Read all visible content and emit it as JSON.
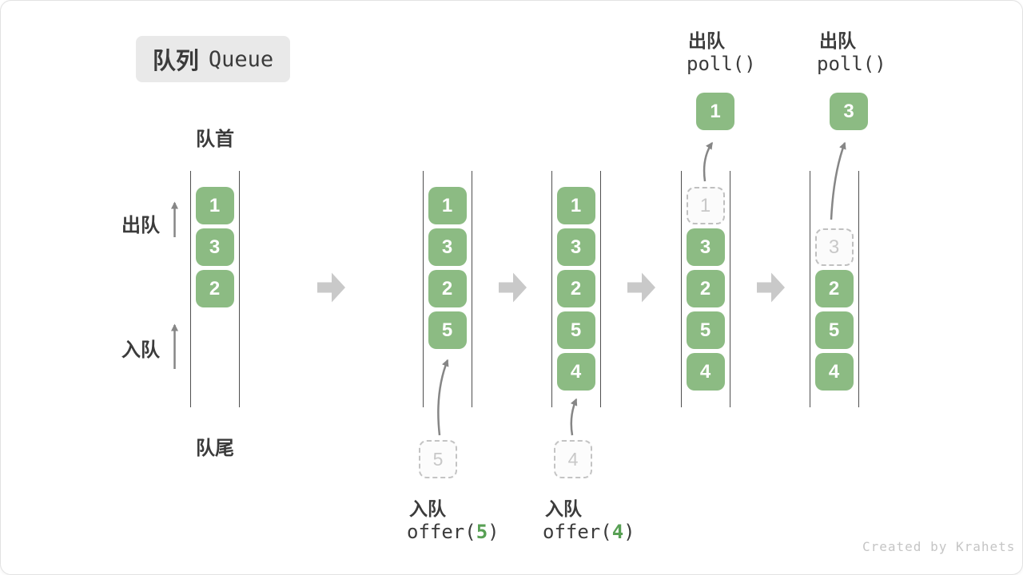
{
  "title": {
    "zh": "队列",
    "en": "Queue"
  },
  "labels": {
    "front": "队首",
    "rear": "队尾",
    "dequeue_side": "出队",
    "enqueue_side": "入队"
  },
  "colors": {
    "block_green": "#8cbb83",
    "code_arg_green": "#58a054",
    "text_dark": "#3b3b3b",
    "thin_arrow_gray": "#868686",
    "big_arrow_gray": "#c9c9c9",
    "badge_bg": "#e9e9e9",
    "ghost_border": "#c4c4c4",
    "ghost_text": "#c8c8c8",
    "column_line": "#4f4f4f",
    "watermark_gray": "#c5c5c5"
  },
  "states": [
    {
      "name": "initial",
      "slots": [
        {
          "type": "filled",
          "value": "1"
        },
        {
          "type": "filled",
          "value": "3"
        },
        {
          "type": "filled",
          "value": "2"
        }
      ]
    },
    {
      "name": "after-offer-5",
      "slots": [
        {
          "type": "filled",
          "value": "1"
        },
        {
          "type": "filled",
          "value": "3"
        },
        {
          "type": "filled",
          "value": "2"
        },
        {
          "type": "filled",
          "value": "5"
        }
      ]
    },
    {
      "name": "after-offer-4",
      "slots": [
        {
          "type": "filled",
          "value": "1"
        },
        {
          "type": "filled",
          "value": "3"
        },
        {
          "type": "filled",
          "value": "2"
        },
        {
          "type": "filled",
          "value": "5"
        },
        {
          "type": "filled",
          "value": "4"
        }
      ]
    },
    {
      "name": "after-poll-1",
      "slots": [
        {
          "type": "ghost",
          "value": "1"
        },
        {
          "type": "filled",
          "value": "3"
        },
        {
          "type": "filled",
          "value": "2"
        },
        {
          "type": "filled",
          "value": "5"
        },
        {
          "type": "filled",
          "value": "4"
        }
      ]
    },
    {
      "name": "after-poll-3",
      "slots": [
        {
          "type": "ghost",
          "value": "3"
        },
        {
          "type": "filled",
          "value": "2"
        },
        {
          "type": "filled",
          "value": "5"
        },
        {
          "type": "filled",
          "value": "4"
        }
      ]
    }
  ],
  "operations": {
    "enqueue5": {
      "label": "入队",
      "code_prefix": "offer(",
      "arg": "5",
      "code_suffix": ")"
    },
    "enqueue4": {
      "label": "入队",
      "code_prefix": "offer(",
      "arg": "4",
      "code_suffix": ")"
    },
    "poll1": {
      "label": "出队",
      "code": "poll()",
      "result": "1"
    },
    "poll2": {
      "label": "出队",
      "code": "poll()",
      "result": "3"
    }
  },
  "watermark": "Created by Krahets"
}
